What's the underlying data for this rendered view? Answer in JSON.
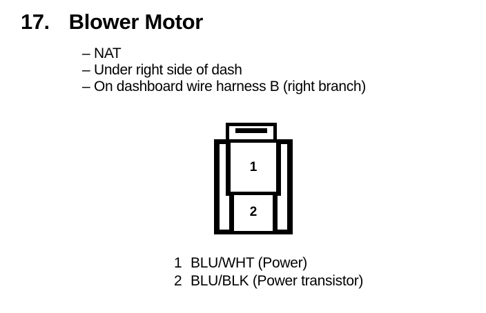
{
  "header": {
    "item_number": "17.",
    "title": "Blower Motor"
  },
  "notes": {
    "dash": "–",
    "items": [
      {
        "text": "NAT"
      },
      {
        "text": "Under right side of dash"
      },
      {
        "text": "On dashboard wire harness B (right branch)"
      }
    ]
  },
  "connector": {
    "cavity_1_label": "1",
    "cavity_2_label": "2"
  },
  "legend": {
    "rows": [
      {
        "pin": "1",
        "description": "BLU/WHT (Power)"
      },
      {
        "pin": "2",
        "description": "BLU/BLK (Power transistor)"
      }
    ]
  },
  "colors": {
    "ink": "#000000",
    "paper": "#ffffff"
  }
}
